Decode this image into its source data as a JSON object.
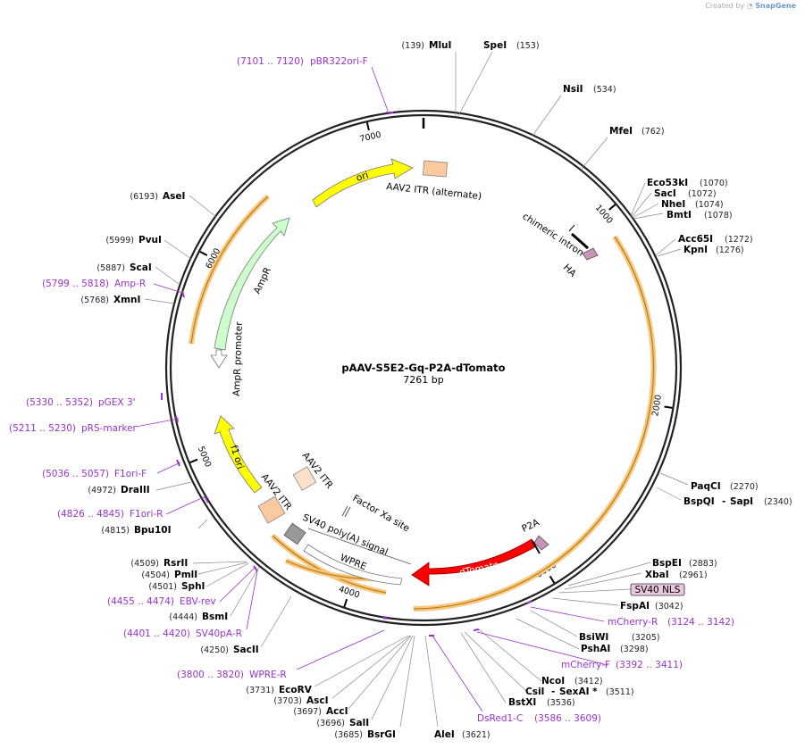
{
  "credit": {
    "prefix": "Created by",
    "brand": "SnapGene"
  },
  "plasmid": {
    "name": "pAAV-S5E2-Gq-P2A-dTomato",
    "length_label": "7261 bp",
    "length": 7261
  },
  "colors": {
    "backbone": "#222222",
    "orf_orange": "#f0a030",
    "orf_inner": "#f7c877",
    "ori": "#ffff00",
    "ampr": "#ccffcc",
    "itr": "#f9c9a0",
    "dtomato": "#ff0000",
    "primer": "#9933cc",
    "hint_box": "#e8c8e0",
    "ha_tag": "#c893b8"
  },
  "ticks": [
    {
      "bp": 1000,
      "label": "1000"
    },
    {
      "bp": 2000,
      "label": "2000"
    },
    {
      "bp": 3000,
      "label": "3000"
    },
    {
      "bp": 4000,
      "label": "4000"
    },
    {
      "bp": 5000,
      "label": "5000"
    },
    {
      "bp": 6000,
      "label": "6000"
    },
    {
      "bp": 7000,
      "label": "7000"
    }
  ],
  "enzymes": [
    {
      "name": "MluI",
      "coord": "(139)"
    },
    {
      "name": "SpeI",
      "coord": "(153)"
    },
    {
      "name": "NsiI",
      "coord": "(534)"
    },
    {
      "name": "MfeI",
      "coord": "(762)"
    },
    {
      "name": "Eco53kI",
      "coord": "(1070)"
    },
    {
      "name": "SacI",
      "coord": "(1072)"
    },
    {
      "name": "NheI",
      "coord": "(1074)"
    },
    {
      "name": "BmtI",
      "coord": "(1078)"
    },
    {
      "name": "Acc65I",
      "coord": "(1272)"
    },
    {
      "name": "KpnI",
      "coord": "(1276)"
    },
    {
      "name": "PaqCI",
      "coord": "(2270)"
    },
    {
      "name": "BspQI",
      "coord": "(2340)"
    },
    {
      "name": "SapI",
      "coord": ""
    },
    {
      "name": "BspEI",
      "coord": "(2883)"
    },
    {
      "name": "XbaI",
      "coord": "(2961)"
    },
    {
      "name": "FspAI",
      "coord": "(3042)"
    },
    {
      "name": "BsiWI",
      "coord": "(3205)"
    },
    {
      "name": "PshAI",
      "coord": "(3298)"
    },
    {
      "name": "NcoI",
      "coord": "(3412)"
    },
    {
      "name": "CsiI",
      "coord": ""
    },
    {
      "name": "SexAI *",
      "coord": "(3511)"
    },
    {
      "name": "BstXI",
      "coord": "(3536)"
    },
    {
      "name": "AleI",
      "coord": "(3621)"
    },
    {
      "name": "BsrGI",
      "coord": "(3685)"
    },
    {
      "name": "SalI",
      "coord": "(3696)"
    },
    {
      "name": "AccI",
      "coord": "(3697)"
    },
    {
      "name": "AscI",
      "coord": "(3703)"
    },
    {
      "name": "EcoRV",
      "coord": "(3731)"
    },
    {
      "name": "SacII",
      "coord": "(4250)"
    },
    {
      "name": "BsmI",
      "coord": "(4444)"
    },
    {
      "name": "SphI",
      "coord": "(4501)"
    },
    {
      "name": "PmlI",
      "coord": "(4504)"
    },
    {
      "name": "RsrII",
      "coord": "(4509)"
    },
    {
      "name": "Bpu10I",
      "coord": "(4815)"
    },
    {
      "name": "DraIII",
      "coord": "(4972)"
    },
    {
      "name": "XmnI",
      "coord": "(5768)"
    },
    {
      "name": "ScaI",
      "coord": "(5887)"
    },
    {
      "name": "PvuI",
      "coord": "(5999)"
    },
    {
      "name": "AseI",
      "coord": "(6193)"
    }
  ],
  "primers": [
    {
      "name": "pBR322ori-F",
      "range": "(7101 .. 7120)"
    },
    {
      "name": "Amp-R",
      "range": "(5799 .. 5818)"
    },
    {
      "name": "pGEX 3'",
      "range": "(5330 .. 5352)"
    },
    {
      "name": "pRS-marker",
      "range": "(5211 .. 5230)"
    },
    {
      "name": "F1ori-F",
      "range": "(5036 .. 5057)"
    },
    {
      "name": "F1ori-R",
      "range": "(4826 .. 4845)"
    },
    {
      "name": "EBV-rev",
      "range": "(4455 .. 4474)"
    },
    {
      "name": "SV40pA-R",
      "range": "(4401 .. 4420)"
    },
    {
      "name": "WPRE-R",
      "range": "(3800 .. 3820)"
    },
    {
      "name": "DsRed1-C",
      "range": "(3586 .. 3609)"
    },
    {
      "name": "mCherry-F",
      "range": "(3392 .. 3411)"
    },
    {
      "name": "mCherry-R",
      "range": "(3124 .. 3142)"
    }
  ],
  "features": [
    {
      "name": "ori"
    },
    {
      "name": "AAV2 ITR (alternate)"
    },
    {
      "name": "AmpR"
    },
    {
      "name": "AmpR promoter"
    },
    {
      "name": "f1 ori"
    },
    {
      "name": "AAV2 ITR"
    },
    {
      "name": "AAV2 ITR"
    },
    {
      "name": "Factor Xa site"
    },
    {
      "name": "SV40 poly(A) signal"
    },
    {
      "name": "WPRE"
    },
    {
      "name": "dTomato"
    },
    {
      "name": "P2A"
    },
    {
      "name": "chimeric intron"
    },
    {
      "name": "HA"
    },
    {
      "name": "SV40 NLS"
    }
  ]
}
